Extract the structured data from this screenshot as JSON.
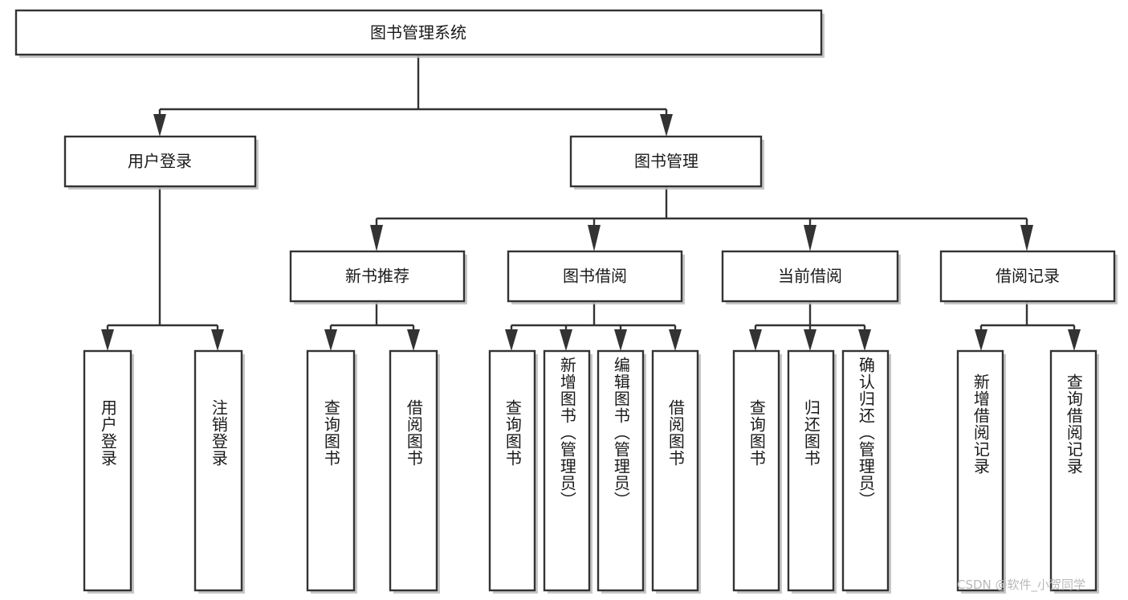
{
  "diagram": {
    "type": "tree-hierarchy",
    "title_node": {
      "label": "图书管理系统"
    },
    "level2": [
      {
        "id": "user-login",
        "label": "用户登录"
      },
      {
        "id": "book-management",
        "label": "图书管理"
      }
    ],
    "level3": [
      {
        "id": "new-book-recommend",
        "label": "新书推荐"
      },
      {
        "id": "book-borrow",
        "label": "图书借阅"
      },
      {
        "id": "current-borrow",
        "label": "当前借阅"
      },
      {
        "id": "borrow-record",
        "label": "借阅记录"
      }
    ],
    "leaves": [
      {
        "id": "leaf-user-login",
        "label": "用户登录",
        "parent": "user-login"
      },
      {
        "id": "leaf-logout-login",
        "label": "注销登录",
        "parent": "user-login"
      },
      {
        "id": "leaf-query-books-1",
        "label": "查询图书",
        "parent": "new-book-recommend"
      },
      {
        "id": "leaf-borrow-books-1",
        "label": "借阅图书",
        "parent": "new-book-recommend"
      },
      {
        "id": "leaf-query-books-2",
        "label": "查询图书",
        "parent": "book-borrow"
      },
      {
        "id": "leaf-add-book",
        "label": "新增图书（管理员）",
        "parent": "book-borrow"
      },
      {
        "id": "leaf-edit-book",
        "label": "编辑图书（管理员）",
        "parent": "book-borrow"
      },
      {
        "id": "leaf-borrow-books-2",
        "label": "借阅图书",
        "parent": "book-borrow"
      },
      {
        "id": "leaf-query-books-3",
        "label": "查询图书",
        "parent": "current-borrow"
      },
      {
        "id": "leaf-return-books",
        "label": "归还图书",
        "parent": "current-borrow"
      },
      {
        "id": "leaf-confirm-return",
        "label": "确认归还（管理员）",
        "parent": "current-borrow"
      },
      {
        "id": "leaf-add-record",
        "label": "新增借阅记录",
        "parent": "borrow-record"
      },
      {
        "id": "leaf-query-record",
        "label": "查询借阅记录",
        "parent": "borrow-record"
      }
    ],
    "colors": {
      "box_stroke": "#333333",
      "box_fill": "#ffffff",
      "shadow": "#bdbdbd",
      "text": "#1a1a1a",
      "watermark": "#b9b9b9"
    }
  },
  "watermark": {
    "text": "CSDN @软件_小贺同学"
  }
}
